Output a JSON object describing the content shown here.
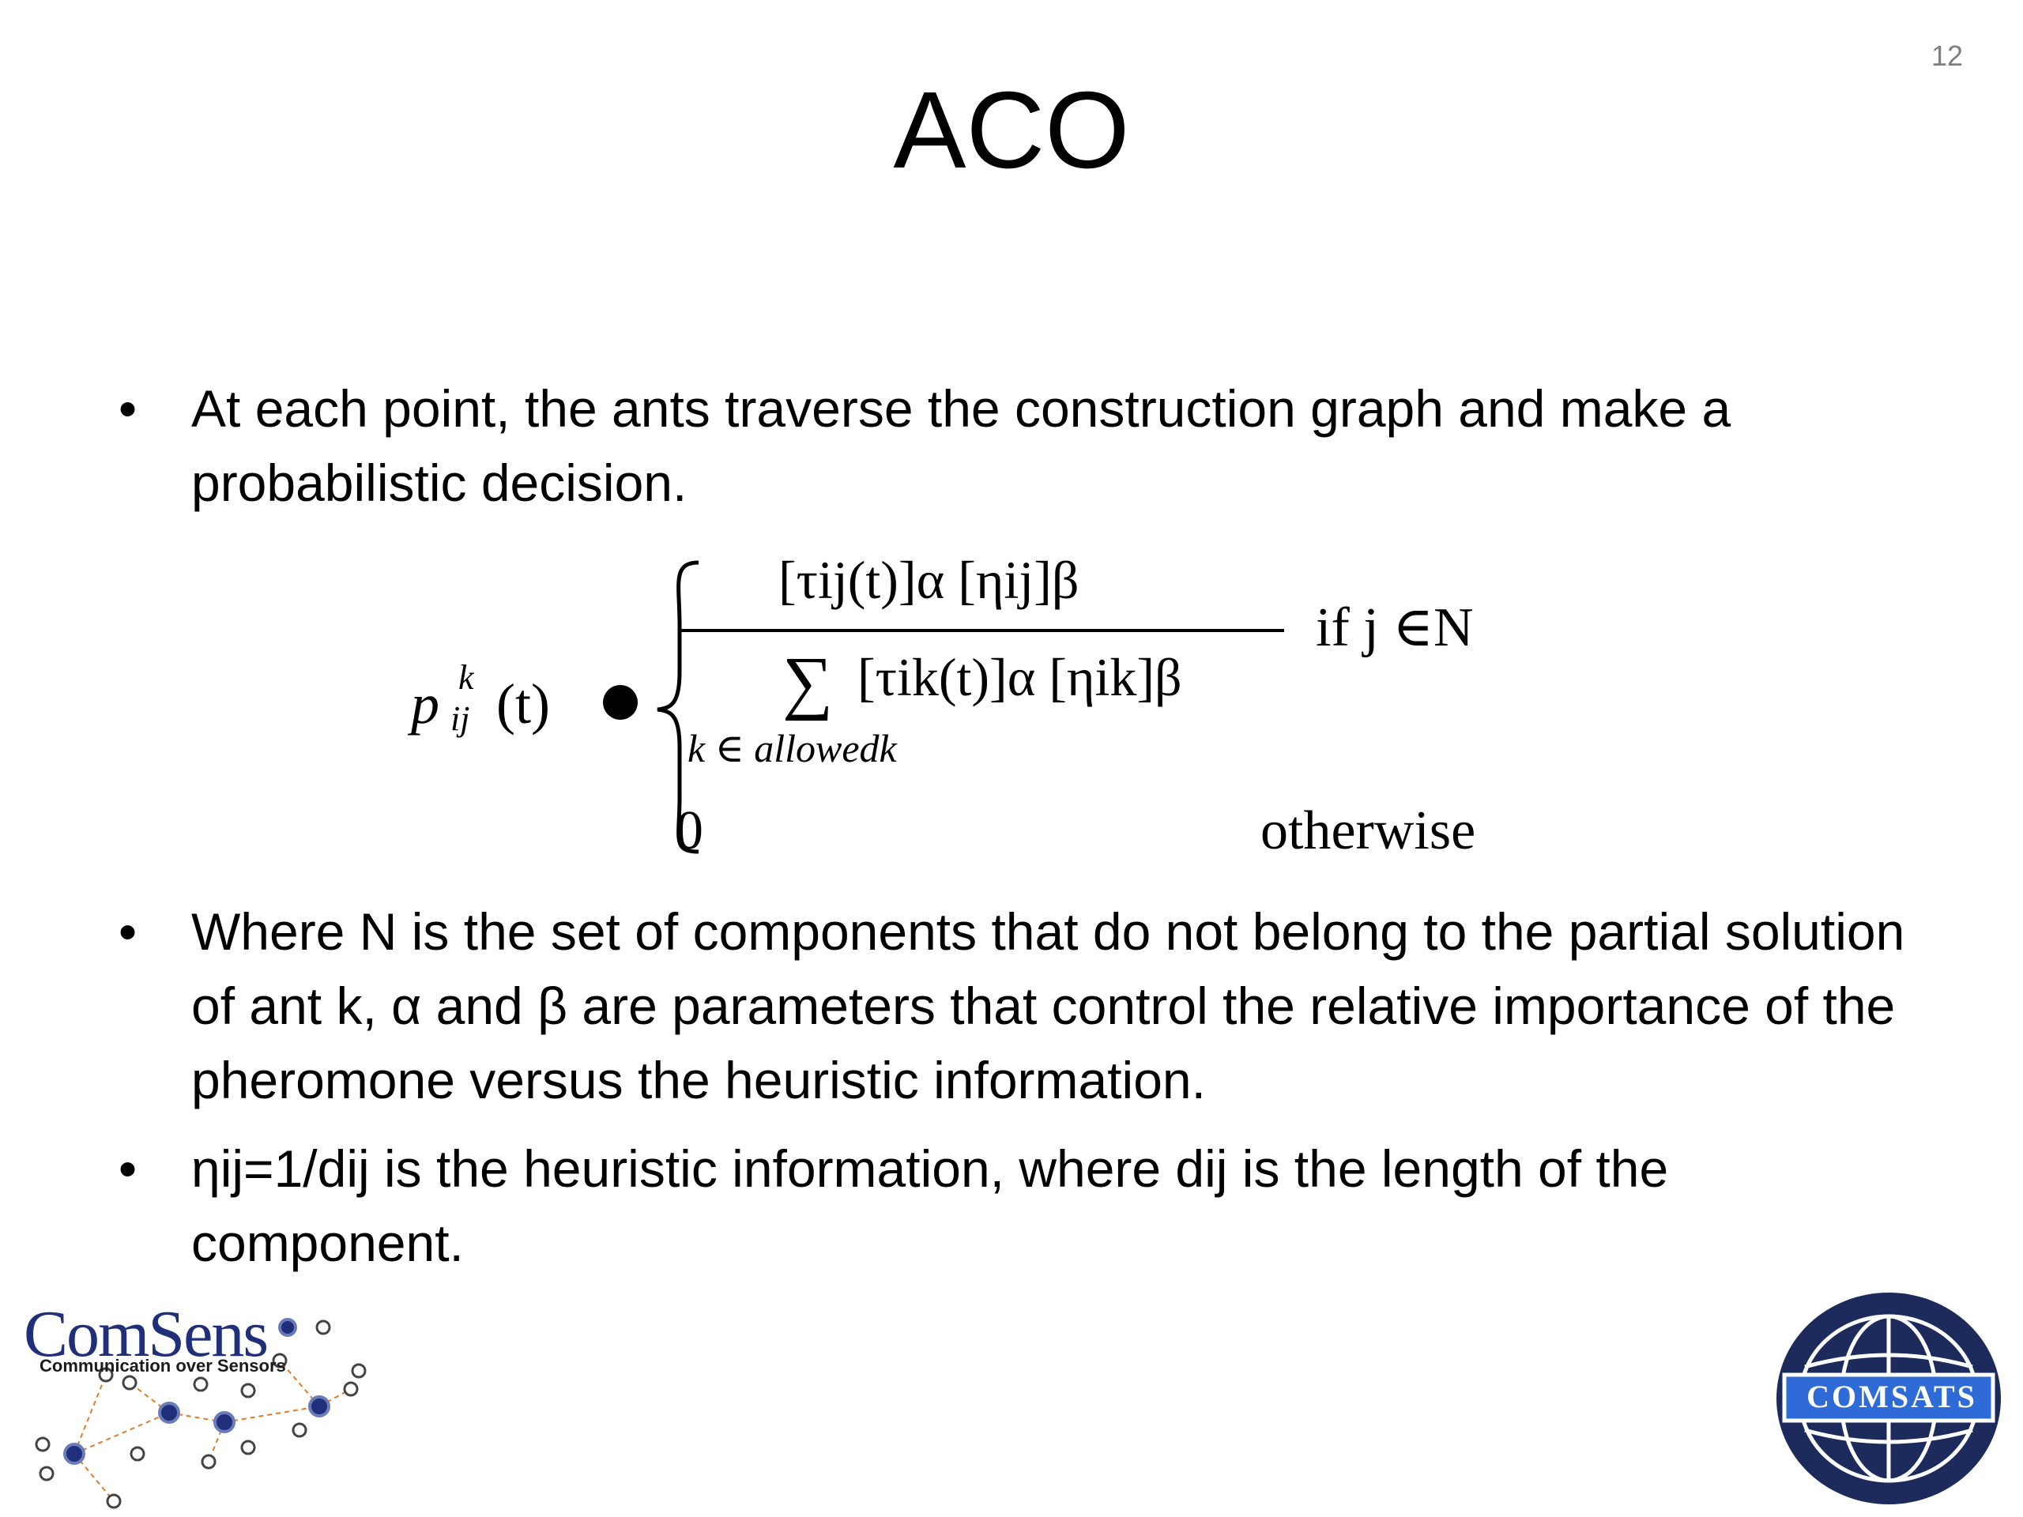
{
  "slide": {
    "number": "12",
    "title": "ACO"
  },
  "bullets": [
    {
      "marker": "•",
      "text": "At each point, the ants traverse the construction graph and make a probabilistic decision."
    },
    {
      "marker": "•",
      "text": "Where  N is the set of components that do not belong to the partial solution of ant k, α and β are parameters that control the relative importance of the pheromone versus the heuristic information."
    },
    {
      "marker": "•",
      "text": " ηij=1/dij  is the heuristic information, where  dij is the length of the component."
    }
  ],
  "formula": {
    "lhs": "p",
    "lhs_sub": "ij",
    "lhs_sup": "k",
    "lhs_arg": "(t)",
    "numerator": "[τij(t)]α [ηij]β",
    "denominator": "[τik(t)]α [ηik]β",
    "sum_range": "k ∈ allowedk",
    "condition": "if  j ∈N",
    "zero": "0",
    "otherwise": "otherwise"
  },
  "logos": {
    "comsens_name": "ComSens",
    "comsens_tagline": "Communication over Sensors",
    "comsats_name": "COMSATS",
    "colors": {
      "comsens_blue": "#1f2f7a",
      "comsats_navy": "#1c2a5c",
      "comsats_band": "#2f6bd6"
    }
  }
}
